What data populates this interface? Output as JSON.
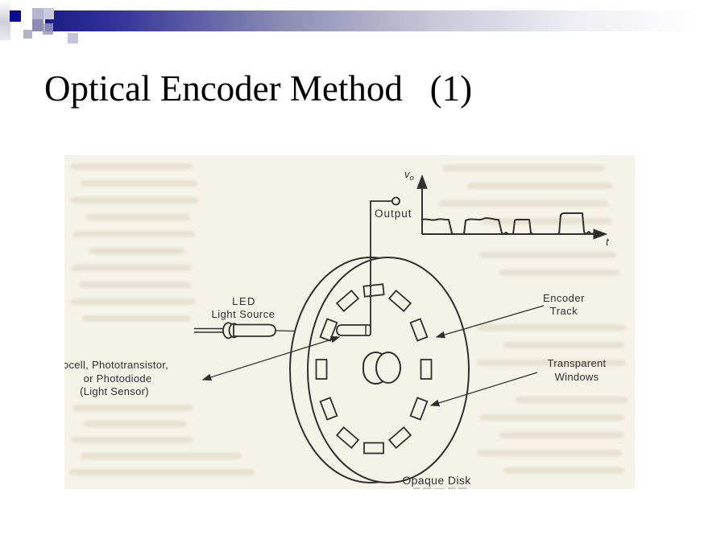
{
  "slide": {
    "title": "Optical Encoder Method   (1)"
  },
  "diagram": {
    "output_label": "Output",
    "led_label_line1": "LED",
    "led_label_line2": "Light Source",
    "sensor_label_line1": "tocell, Phototransistor,",
    "sensor_label_line2": "or Photodiode",
    "sensor_label_line3": "(Light Sensor)",
    "encoder_track_label_line1": "Encoder",
    "encoder_track_label_line2": "Track",
    "windows_label_line1": "Transparent",
    "windows_label_line2": "Windows",
    "disk_label": "Opaque Disk",
    "graph": {
      "y_label_main": "v",
      "y_label_sub": "o",
      "x_label": "t"
    }
  },
  "colors": {
    "banner_navy": "#1c1c86",
    "accent_square_navy": "#0a0a92",
    "scan_background": "#f5f2e8",
    "ink": "#2f2f2f"
  }
}
